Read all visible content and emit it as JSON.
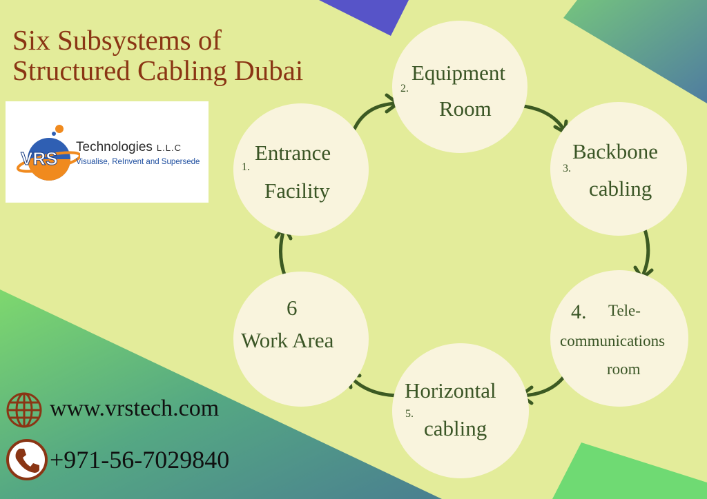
{
  "title": {
    "line1": "Six Subsystems of",
    "line2": "Structured Cabling Dubai"
  },
  "logo": {
    "mark_text": "VRS",
    "company": "Technologies",
    "suffix": "L.L.C",
    "tagline": "Visualise, ReInvent and Supersede"
  },
  "nodes": [
    {
      "number": "1.",
      "lines": [
        "Entrance",
        "Facility"
      ]
    },
    {
      "number": "2.",
      "lines": [
        "Equipment",
        "Room"
      ]
    },
    {
      "number": "3.",
      "lines": [
        "Backbone",
        "cabling"
      ]
    },
    {
      "number": "4.",
      "lines": [
        "Tele-",
        "communications",
        "room"
      ]
    },
    {
      "number": "5.",
      "lines": [
        "Horizontal",
        "cabling"
      ]
    },
    {
      "number": "6",
      "lines": [
        "Work Area"
      ]
    }
  ],
  "contact": {
    "website": "www.vrstech.com",
    "phone": "+971-56-7029840",
    "web_icon": "globe-icon",
    "phone_icon": "phone-icon"
  },
  "colors": {
    "background": "#e3ec9a",
    "node_fill": "#f9f4dd",
    "node_text": "#3a5525",
    "arrow": "#3c5a22",
    "title": "#8a3514",
    "icon": "#8a3514"
  }
}
